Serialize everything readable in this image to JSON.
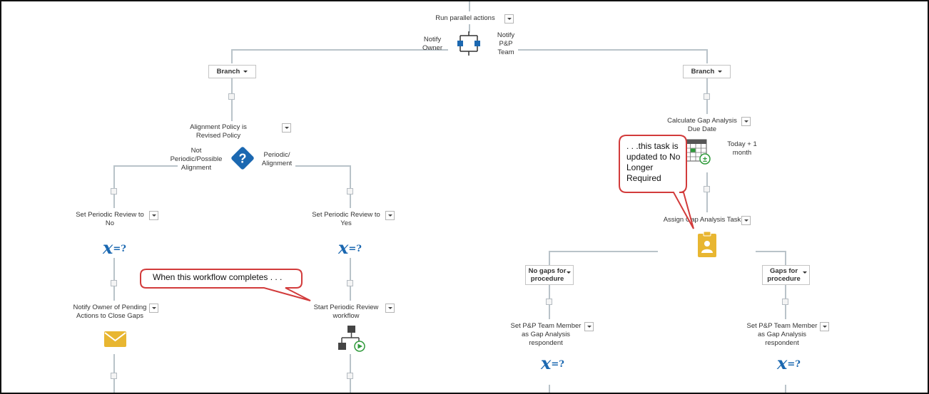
{
  "top": {
    "run_parallel": "Run parallel actions",
    "notify_owner": "Notify Owner",
    "notify_pp_team": "Notify P&P Team"
  },
  "left_branch": {
    "branch_label": "Branch",
    "condition": "Alignment Policy is Revised Policy",
    "not_periodic": "Not Periodic/Possible Alignment",
    "periodic": "Periodic/ Alignment",
    "set_no": "Set Periodic Review to No",
    "set_yes": "Set Periodic Review to Yes",
    "notify_owner_pending": "Notify Owner of Pending Actions to Close Gaps",
    "start_review": "Start Periodic Review workflow"
  },
  "right_branch": {
    "branch_label": "Branch",
    "calc_gap": "Calculate Gap Analysis Due Date",
    "today_plus": "Today + 1 month",
    "assign_task": "Assign Gap Analysis Task",
    "no_gaps": "No gaps for procedure",
    "gaps_for": "Gaps for procedure",
    "set_pp_left": "Set P&P Team Member as Gap Analysis respondent",
    "set_pp_right": "Set P&P Team Member as Gap Analysis respondent"
  },
  "variable_icon_text": {
    "x": "x",
    "eq": "=?"
  },
  "callouts": {
    "left": "When this workflow completes . . .",
    "right": ". . .this task is updated to No Longer Required"
  },
  "colors": {
    "connector": "#b9c3c9",
    "accent_blue": "#1b68b1",
    "email_yellow": "#e8b631",
    "callout_border": "#d23b3b"
  }
}
